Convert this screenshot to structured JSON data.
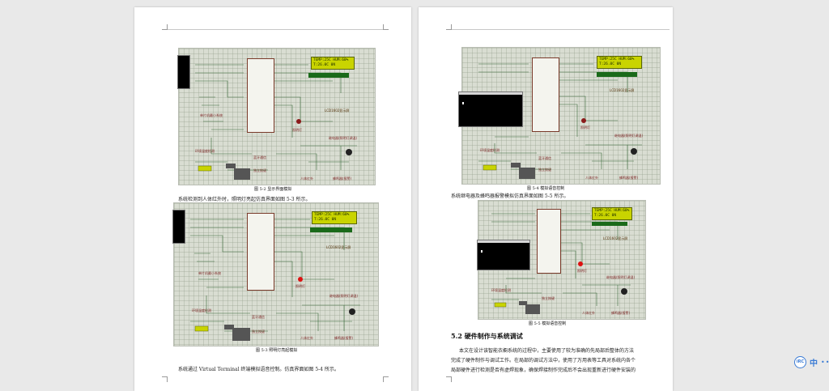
{
  "left_page": {
    "figures": [
      {
        "caption": "图 5-2 显示界面模拟",
        "lcd_line1": "TEMP:25C HUM:60%",
        "lcd_line2": "T:26.0C 0N"
      },
      {
        "caption": "图 5-3 照明灯亮起模拟",
        "lcd_line1": "TEMP:25C HUM:60%",
        "lcd_line2": "T:26.0C 0N"
      }
    ],
    "text_after_fig1": "系统检测到人体红外时，照明灯亮起仿真界面如图 5-3 所示。",
    "text_bottom": "系统通过 Virtual Terminal 终端模拟语音控制。仿真界面如图 5-4 所示。"
  },
  "right_page": {
    "figures": [
      {
        "caption": "图 5-4 模拟语音控制",
        "lcd_line1": "TEMP:25C HUM:60%",
        "lcd_line2": "T:26.0C 0N"
      },
      {
        "caption": "图 5-5 模拟语音控制",
        "lcd_line1": "TEMP:25C HUM:60%",
        "lcd_line2": "T:26.0C 0N"
      }
    ],
    "text_after_fig1": "系统继电器及蜂鸣器报警模拟仿真界面如图 5-5 所示。",
    "section_heading": "5.2 硬件制作与系统调试",
    "paragraph_lines": [
      "本文在设计该智能衣橱系统的过程中，主要使用了较为准确的先局部后整体的方法",
      "完成了硬件制作与调试工作。在局部的调试方法中，使用了万用表等工具对系统内各个",
      "局部硬件进行检测是否有虚焊现象，确保焊接制作完成后不会出现重新进行硬件安装的"
    ]
  },
  "schematic_labels": {
    "lcd": "LCD1602显示屏",
    "mcu": "单片机最小系统",
    "light": "照明灯",
    "relay": "继电器(照明灯调温)",
    "sensor": "环境温度检测",
    "infrared": "人体红外",
    "alarm": "蜂鸣器(报警)",
    "keys": "独立按键",
    "bt": "蓝牙通信",
    "lock": "继电器(开锁)"
  },
  "widget": {
    "badge": "iRC",
    "language": "中",
    "more": "•••"
  },
  "colors": {
    "page_bg": "#e9e9e9",
    "paper": "#ffffff",
    "lcd_green": "#c9d400",
    "accent_blue": "#3a7bd5"
  }
}
